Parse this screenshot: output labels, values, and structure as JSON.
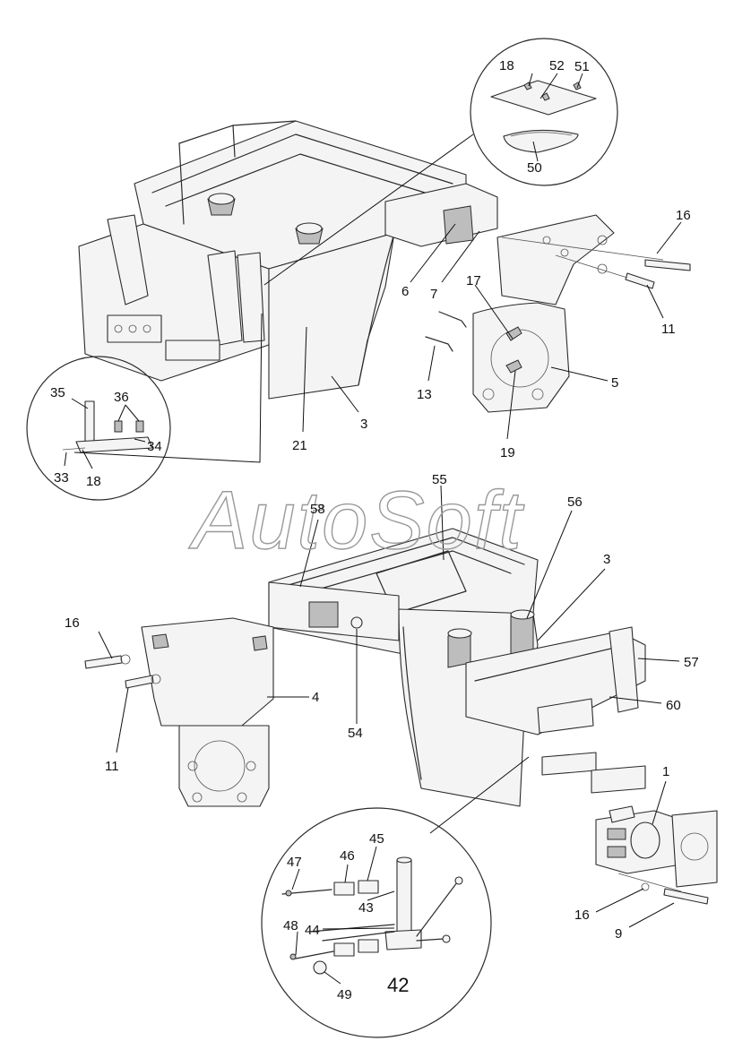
{
  "watermark": "AutoSoft",
  "callouts": {
    "c16a": "16",
    "c11a": "11",
    "c6": "6",
    "c7": "7",
    "c17": "17",
    "c5": "5",
    "c13": "13",
    "c19": "19",
    "c21": "21",
    "c3a": "3",
    "c18a": "18",
    "c52": "52",
    "c51": "51",
    "c50": "50",
    "c35": "35",
    "c36": "36",
    "c34": "34",
    "c33": "33",
    "c18b": "18",
    "c55": "55",
    "c58": "58",
    "c56": "56",
    "c3b": "3",
    "c57": "57",
    "c60": "60",
    "c16b": "16",
    "c11b": "11",
    "c4": "4",
    "c54": "54",
    "c1": "1",
    "c16c": "16",
    "c9": "9",
    "c47": "47",
    "c46": "46",
    "c45": "45",
    "c43": "43",
    "c44": "44",
    "c48": "48",
    "c49": "49",
    "c42": "42"
  }
}
